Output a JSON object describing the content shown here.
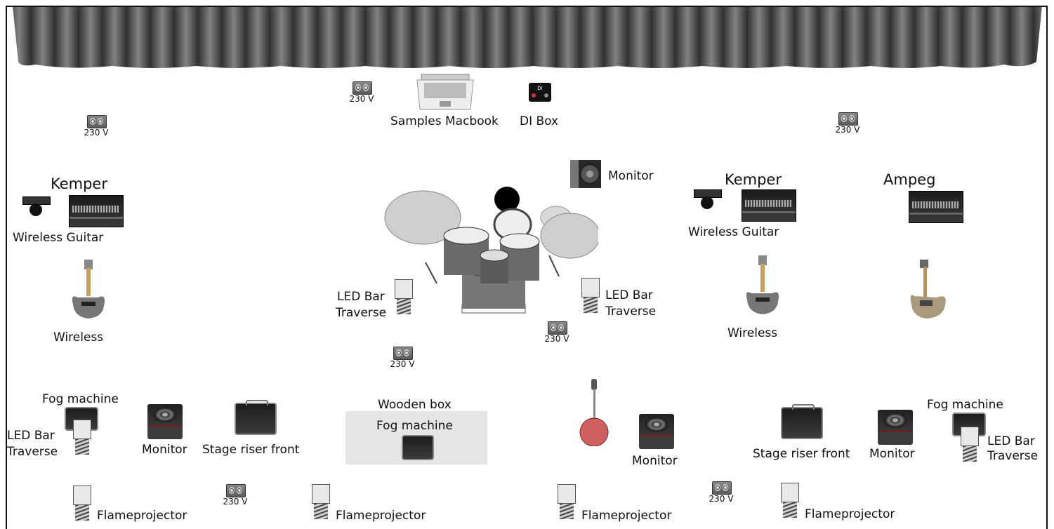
{
  "labels": {
    "samples_macbook": "Samples Macbook",
    "di_box": "DI Box",
    "di_box_tag": "DI",
    "monitor_top": "Monitor",
    "kemper_left": "Kemper",
    "wireless_guitar_left": "Wireless Guitar",
    "wireless_left": "Wireless",
    "kemper_right": "Kemper",
    "ampeg": "Ampeg",
    "wireless_guitar_right": "Wireless Guitar",
    "wireless_right": "Wireless",
    "led_bar_left_l1": "LED Bar",
    "led_bar_left_l2": "Traverse",
    "led_bar_right_l1": "LED Bar",
    "led_bar_right_l2": "Traverse",
    "fog_machine_left": "Fog machine",
    "led_bar_far_left_l1": "LED Bar",
    "led_bar_far_left_l2": "Traverse",
    "monitor_left": "Monitor",
    "stage_riser_front_left": "Stage riser front",
    "wooden_box": "Wooden box",
    "fog_machine_center": "Fog machine",
    "monitor_center": "Monitor",
    "stage_riser_front_right": "Stage riser front",
    "monitor_right": "Monitor",
    "fog_machine_right": "Fog machine",
    "led_bar_far_right_l1": "LED Bar",
    "led_bar_far_right_l2": "Traverse",
    "flameprojector": "Flameprojector",
    "outlet": "230 V"
  }
}
